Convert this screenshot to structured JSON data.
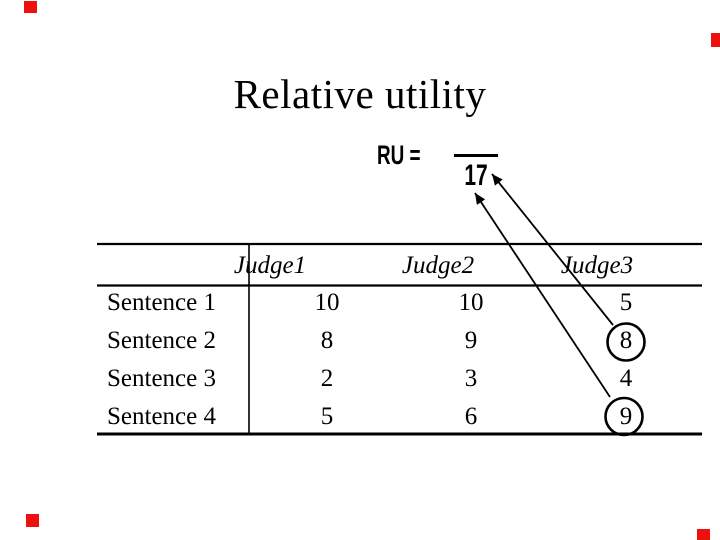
{
  "slide": {
    "title": "Relative utility",
    "formula": {
      "lhs": "RU =",
      "numerator": "",
      "denominator": "17"
    },
    "table": {
      "header_row": [
        "Judge1",
        "Judge2",
        "Judge3"
      ],
      "rows": [
        {
          "label": "Sentence 1",
          "values": [
            "10",
            "10",
            "5"
          ]
        },
        {
          "label": "Sentence 2",
          "values": [
            "8",
            "9",
            "8"
          ]
        },
        {
          "label": "Sentence 3",
          "values": [
            "2",
            "3",
            "4"
          ]
        },
        {
          "label": "Sentence 4",
          "values": [
            "5",
            "6",
            "9"
          ]
        }
      ],
      "circled_values": [
        {
          "row": "Sentence 2",
          "column": "Judge3",
          "value": "8"
        },
        {
          "row": "Sentence 4",
          "column": "Judge3",
          "value": "9"
        }
      ]
    },
    "colors": {
      "background": "#ffffff",
      "text": "#000000",
      "line": "#000000",
      "corner_mark": "#ee0f0f"
    }
  }
}
